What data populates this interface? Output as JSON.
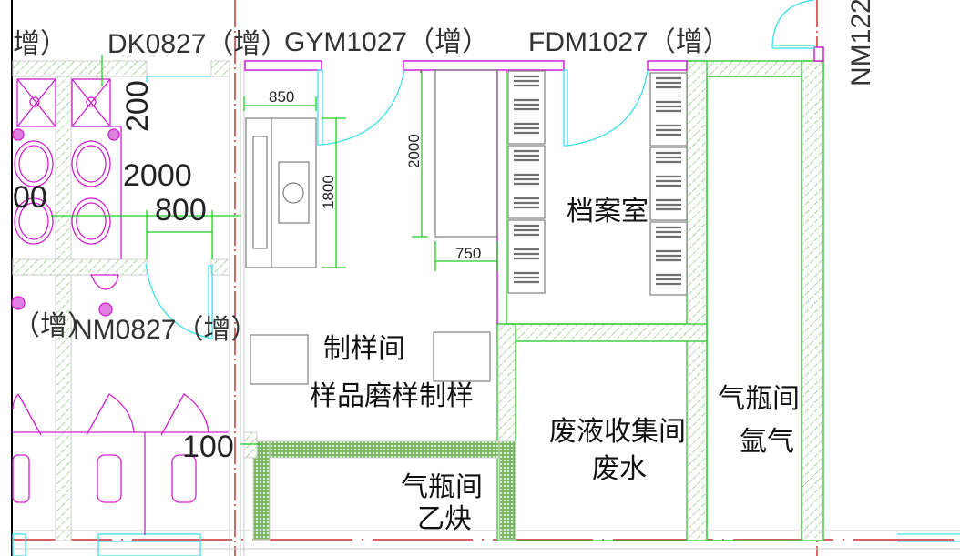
{
  "drawing": {
    "type": "architectural floor plan (CAD)",
    "colors": {
      "wall_hatch": "#7ab865",
      "wall_outline": "#44d044",
      "fixture": "#d020d0",
      "door_swing": "#40e0e8",
      "axis_line": "#c00000",
      "dimension": "#22cc22",
      "outline_gray": "#808080",
      "text": "#222222"
    }
  },
  "door_labels": [
    {
      "id": "dk0827",
      "text": "DK0827（增）"
    },
    {
      "id": "gym1027",
      "text": "GYM1027（增）"
    },
    {
      "id": "fdm1027",
      "text": "FDM1027（增）"
    },
    {
      "id": "nm122",
      "text": "NM122"
    },
    {
      "id": "nm0827",
      "text": "NM0827（增）"
    },
    {
      "id": "left-partial-top",
      "text": "增）"
    },
    {
      "id": "left-partial-mid",
      "text": "（增）"
    }
  ],
  "dimensions": {
    "d200": "200",
    "d2000_left": "2000",
    "d800": "800",
    "d00_partial": "00",
    "d850": "850",
    "d1800": "1800",
    "d2000_right": "2000",
    "d750": "750",
    "d100": "100"
  },
  "rooms": [
    {
      "id": "archive",
      "name": "档案室",
      "subtitle": ""
    },
    {
      "id": "sample-prep",
      "name": "制样间",
      "subtitle": "样品磨样制样"
    },
    {
      "id": "gas-acetylene",
      "name": "气瓶间",
      "subtitle": "乙炔"
    },
    {
      "id": "waste-liquid",
      "name": "废液收集间",
      "subtitle": "废水"
    },
    {
      "id": "gas-argon",
      "name": "气瓶间",
      "subtitle": "氩气"
    }
  ]
}
